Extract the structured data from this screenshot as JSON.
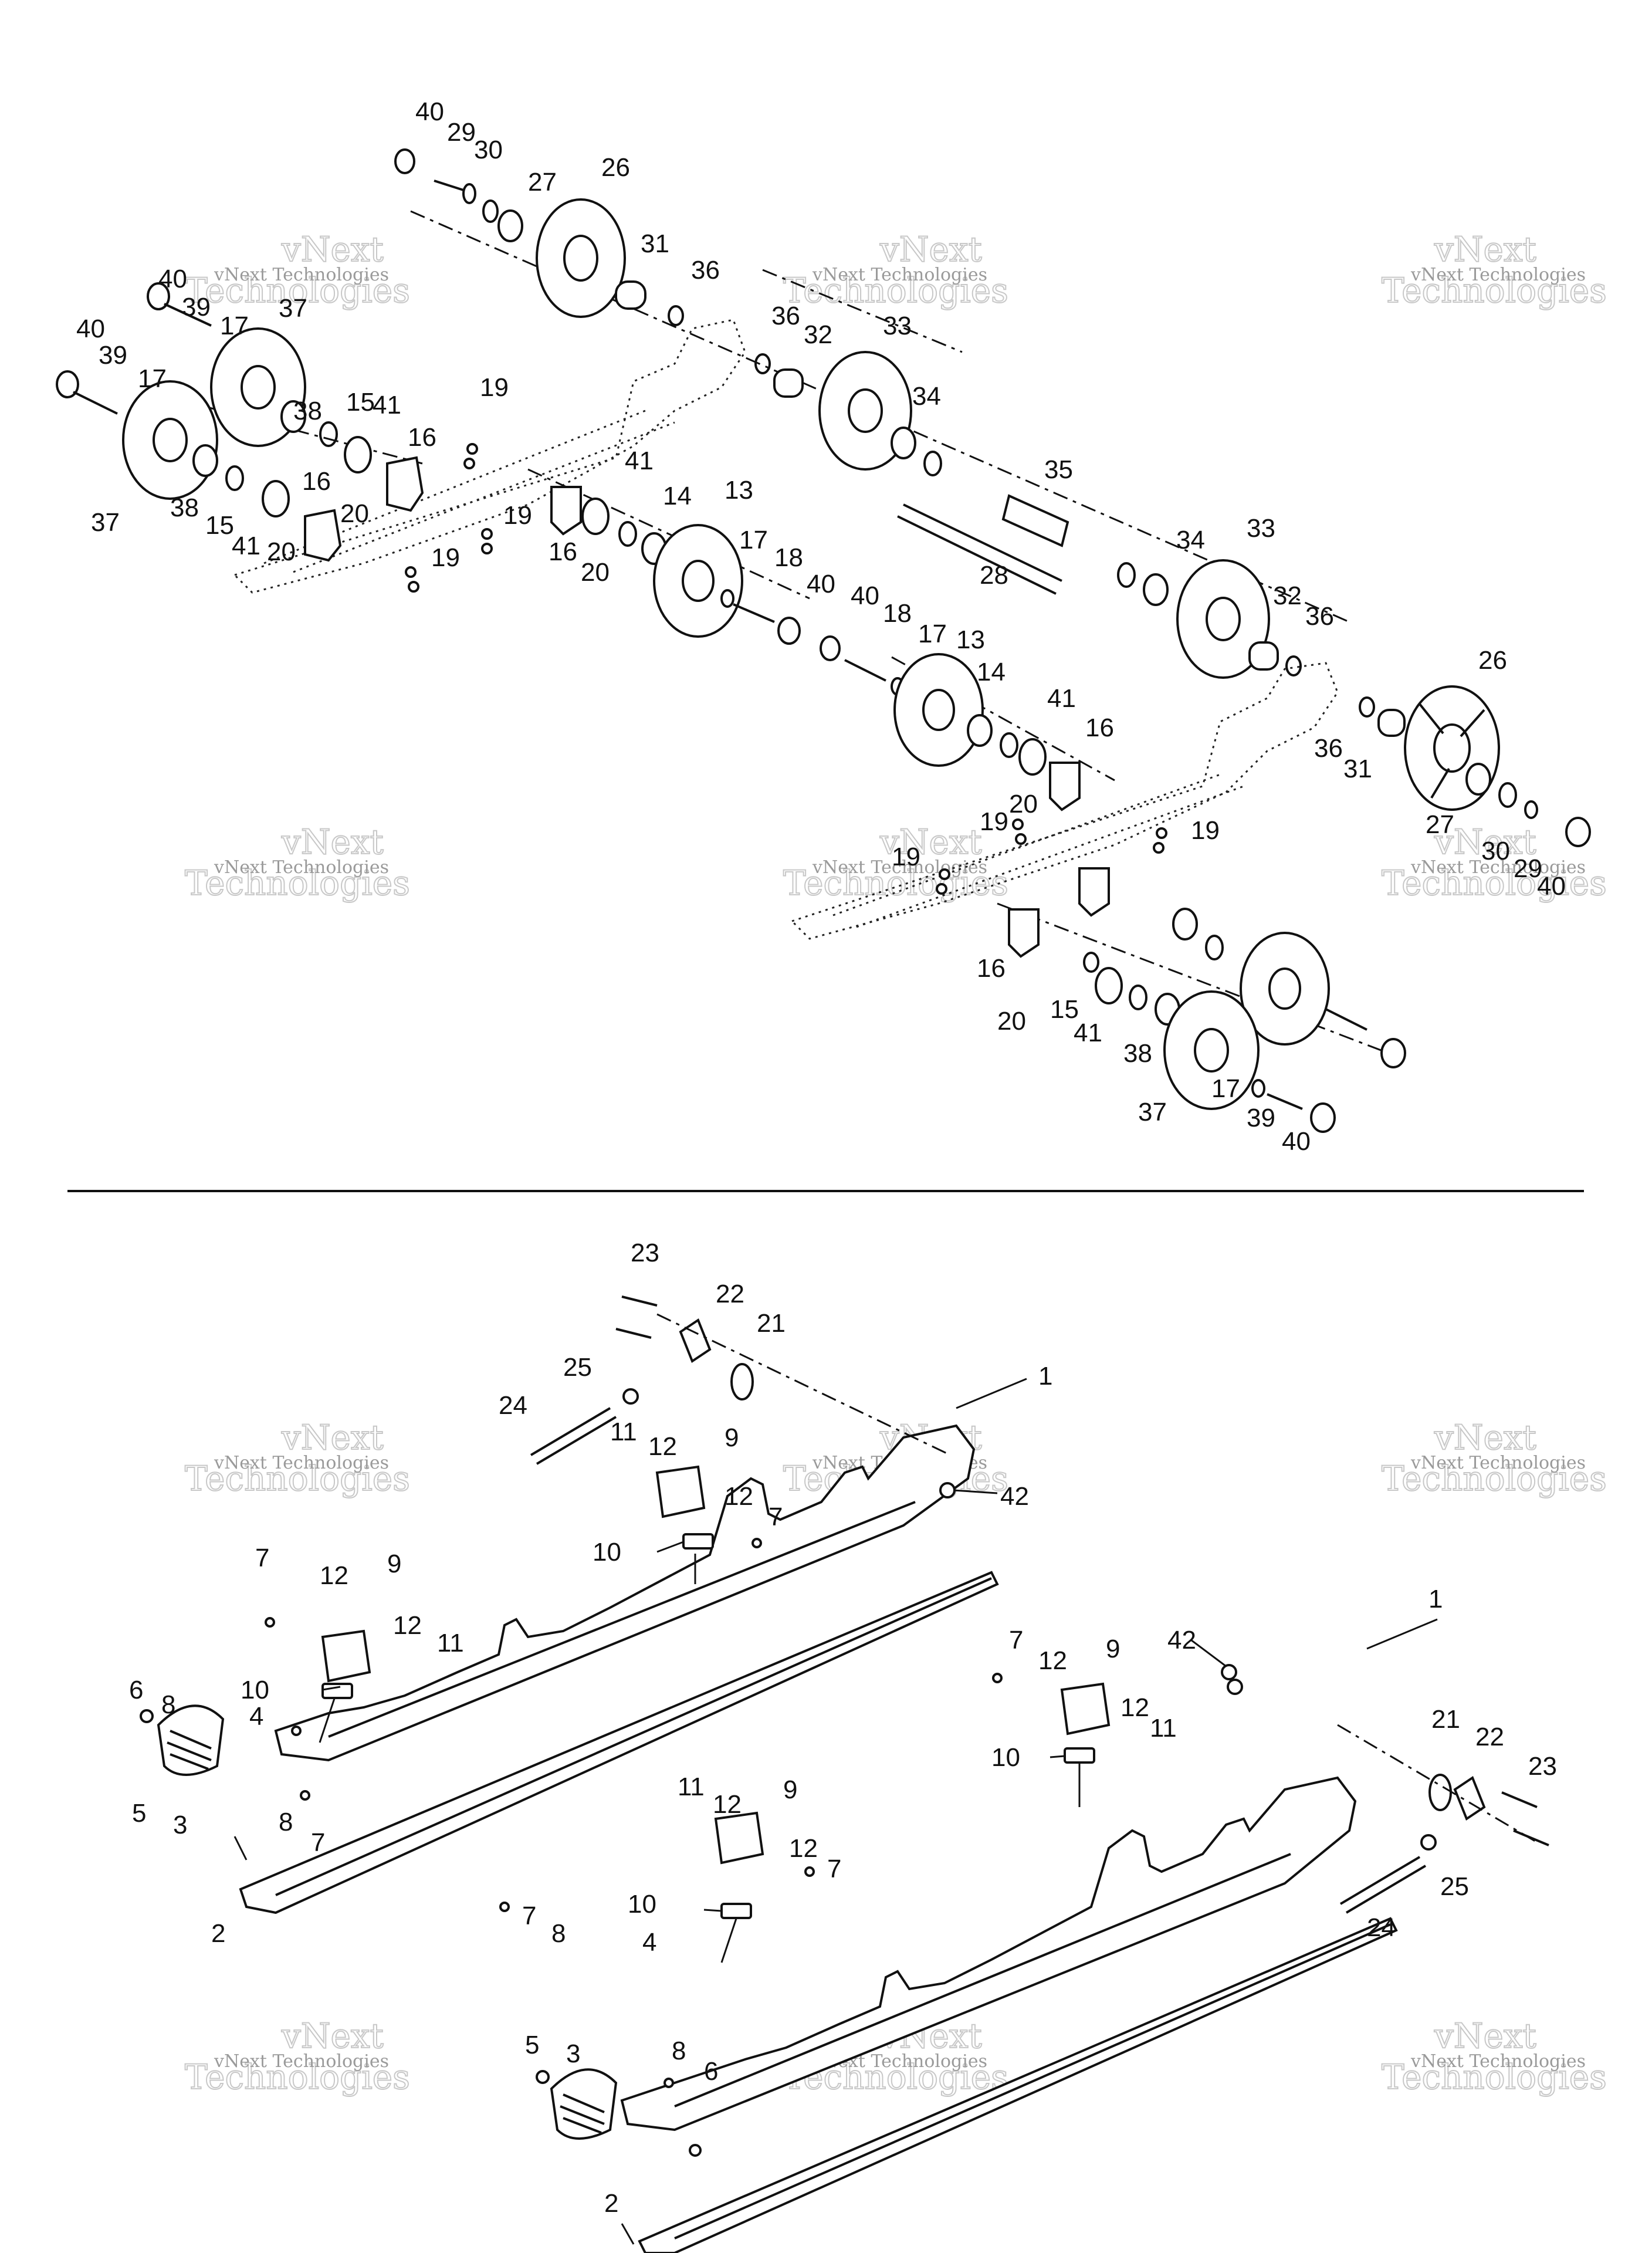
{
  "watermark": {
    "line1": "vNext",
    "line2": "Technologies",
    "line3": "vNext Technologies"
  },
  "callouts": {
    "c40a": "40",
    "c29a": "29",
    "c30a": "30",
    "c27a": "27",
    "c26a": "26",
    "c31a": "31",
    "c36a": "36",
    "c36b": "36",
    "c32a": "32",
    "c33a": "33",
    "c34a": "34",
    "c35": "35",
    "c40b": "40",
    "c39a": "39",
    "c37a": "37",
    "c17a": "17",
    "c40c": "40",
    "c39b": "39",
    "c17b": "17",
    "c38a": "38",
    "c15a": "15",
    "c41a": "41",
    "c16a": "16",
    "c37b": "37",
    "c38b": "38",
    "c15b": "15",
    "c41b": "41",
    "c16b": "16",
    "c20a": "20",
    "c20b": "20",
    "c19a": "19",
    "c19b": "19",
    "c19c": "19",
    "c41c": "41",
    "c14a": "14",
    "c13a": "13",
    "c16c": "16",
    "c20c": "20",
    "c17c": "17",
    "c18a": "18",
    "c40d": "40",
    "c28": "28",
    "c34b": "34",
    "c33b": "33",
    "c32b": "32",
    "c36c": "36",
    "c26b": "26",
    "c40e": "40",
    "c18b": "18",
    "c17d": "17",
    "c13b": "13",
    "c14b": "14",
    "c41d": "41",
    "c16d": "16",
    "c20d": "20",
    "c19d": "19",
    "c19e": "19",
    "c19f": "19",
    "c36d": "36",
    "c31b": "31",
    "c27b": "27",
    "c30b": "30",
    "c29b": "29",
    "c40f": "40",
    "c16e": "16",
    "c20e": "20",
    "c15c": "15",
    "c41e": "41",
    "c38c": "38",
    "c37c": "37",
    "c17e": "17",
    "c39c": "39",
    "c40g": "40",
    "c23a": "23",
    "c22a": "22",
    "c21a": "21",
    "c1a": "1",
    "c25a": "25",
    "c24a": "24",
    "c11a": "11",
    "c12a": "12",
    "c9a": "9",
    "c12b": "12",
    "c42a": "42",
    "c7a": "7",
    "c10a": "10",
    "c7b": "7",
    "c12c": "12",
    "c9b": "9",
    "c12d": "12",
    "c11b": "11",
    "c10b": "10",
    "c6a": "6",
    "c8a": "8",
    "c4a": "4",
    "c5a": "5",
    "c3a": "3",
    "c8b": "8",
    "c7c": "7",
    "c2a": "2",
    "c1b": "1",
    "c42b": "42",
    "c7d": "7",
    "c12e": "12",
    "c9c": "9",
    "c12f": "12",
    "c11c": "11",
    "c10c": "10",
    "c21b": "21",
    "c22b": "22",
    "c23b": "23",
    "c25b": "25",
    "c24b": "24",
    "c11d": "11",
    "c12g": "12",
    "c9d": "9",
    "c12h": "12",
    "c7e": "7",
    "c10d": "10",
    "c7f": "7",
    "c8c": "8",
    "c4b": "4",
    "c5b": "5",
    "c3b": "3",
    "c8d": "8",
    "c6b": "6",
    "c2b": "2"
  }
}
